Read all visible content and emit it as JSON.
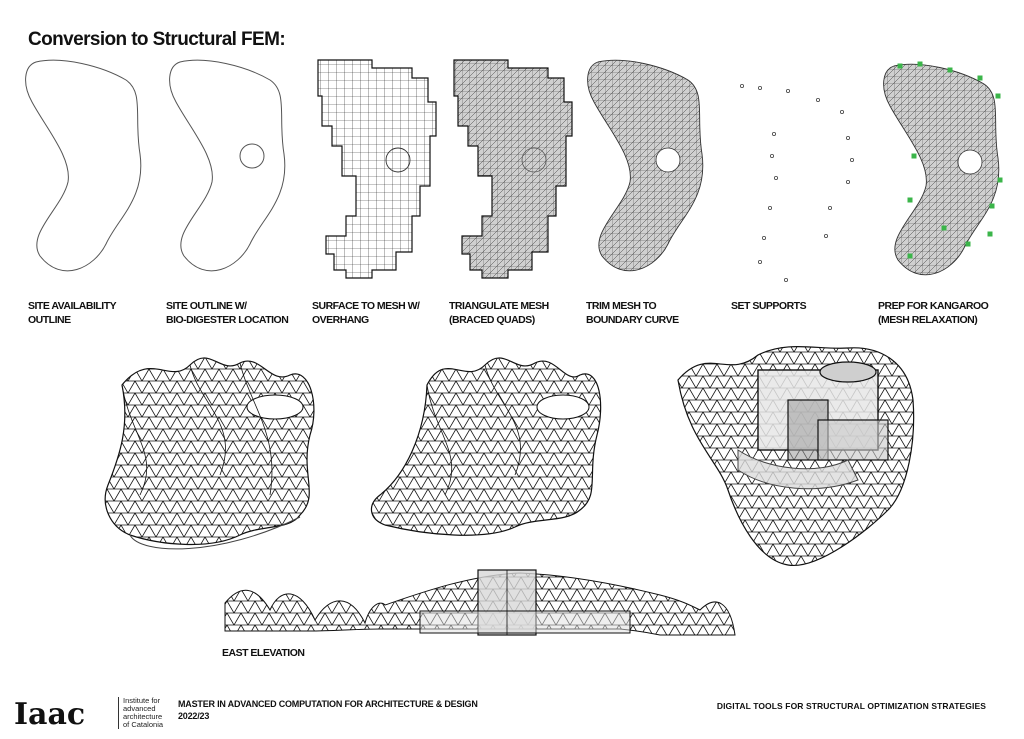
{
  "title": "Conversion to Structural FEM:",
  "steps": [
    {
      "label": "SITE AVAILABILITY\nOUTLINE"
    },
    {
      "label": "SITE OUTLINE W/\nBIO-DIGESTER LOCATION"
    },
    {
      "label": "SURFACE TO MESH W/\nOVERHANG"
    },
    {
      "label": "TRIANGULATE MESH\n(BRACED QUADS)"
    },
    {
      "label": "TRIM MESH TO\nBOUNDARY CURVE"
    },
    {
      "label": "SET SUPPORTS"
    },
    {
      "label": "PREP FOR KANGAROO\n(MESH RELAXATION)"
    }
  ],
  "elevation_label": "EAST ELEVATION",
  "footer": {
    "logo_text": "Iaac",
    "institute": "Institute for\nadvanced\narchitecture\nof Catalonia",
    "program_line1": "MASTER IN ADVANCED COMPUTATION FOR ARCHITECTURE & DESIGN",
    "program_line2": "2022/23",
    "course": "DIGITAL TOOLS FOR STRUCTURAL OPTIMIZATION STRATEGIES"
  },
  "colors": {
    "support_marker": "#3bb54a",
    "mesh_fill": "#d6d6d6",
    "line": "#111111"
  }
}
